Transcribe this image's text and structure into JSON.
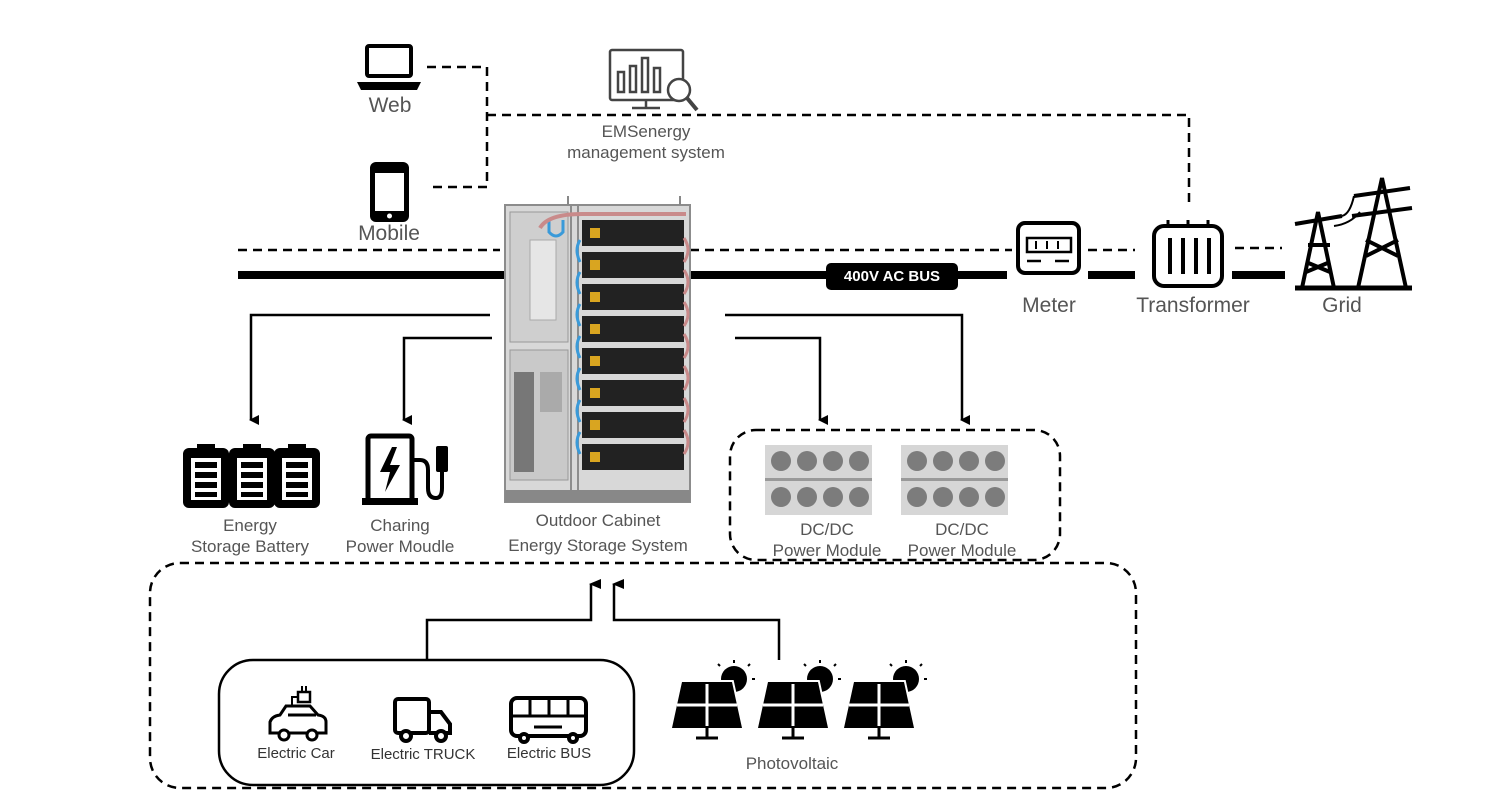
{
  "nodes": {
    "web": "Web",
    "mobile": "Mobile",
    "ems_line1": "EMSenergy",
    "ems_line2": "management system",
    "meter": "Meter",
    "transformer": "Transformer",
    "grid": "Grid",
    "battery_line1": "Energy",
    "battery_line2": "Storage Battery",
    "charging_line1": "Charing",
    "charging_line2": "Power Moudle",
    "cabinet_line1": "Outdoor Cabinet",
    "cabinet_line2": "Energy Storage System",
    "dcdc1_line1": "DC/DC",
    "dcdc1_line2": "Power Module",
    "dcdc2_line1": "DC/DC",
    "dcdc2_line2": "Power Module",
    "electric_car": "Electric Car",
    "electric_truck": "Electric TRUCK",
    "electric_bus": "Electric BUS",
    "photovoltaic": "Photovoltaic"
  },
  "bus": {
    "label": "400V AC BUS"
  },
  "icons": {
    "web": "laptop-icon",
    "mobile": "smartphone-icon",
    "ems": "analytics-monitor-icon",
    "meter": "electric-meter-icon",
    "transformer": "transformer-icon",
    "grid": "power-tower-icon",
    "battery": "battery-icon",
    "charging": "ev-charger-icon",
    "car": "electric-car-icon",
    "truck": "truck-icon",
    "bus": "bus-icon",
    "solar": "solar-panel-icon"
  },
  "colors": {
    "line": "#000000",
    "label": "#555555",
    "cabinet_frame": "#9a9a9a",
    "cable_blue": "#3a9ad9",
    "cable_pink": "#c98a8a",
    "module_gray": "#bdbdbd"
  }
}
